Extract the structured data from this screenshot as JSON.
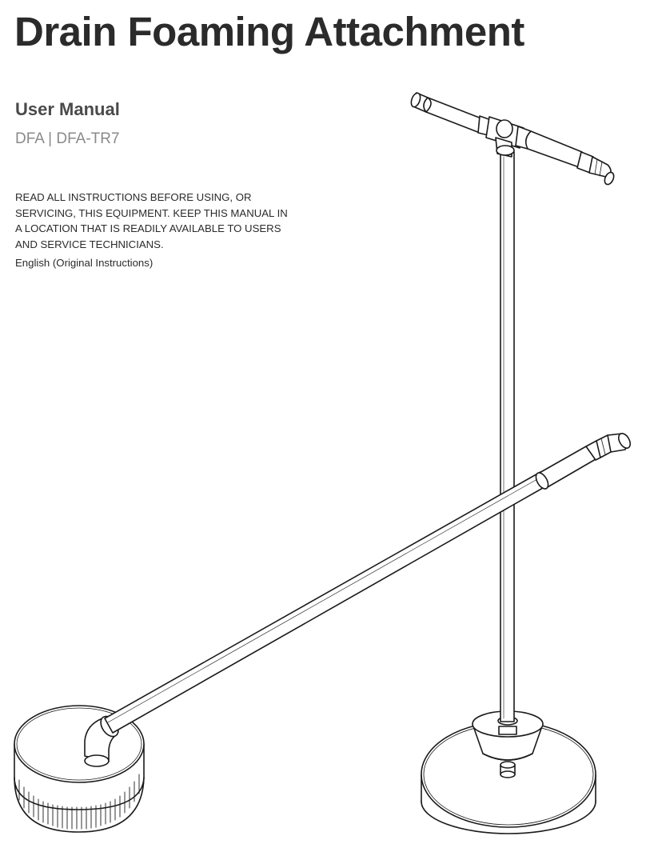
{
  "document": {
    "title": "Drain Foaming Attachment",
    "subtitle": "User Manual",
    "models": "DFA | DFA-TR7",
    "warning_lines": [
      "READ ALL INSTRUCTIONS BEFORE USING, OR",
      "SERVICING, THIS EQUIPMENT. KEEP THIS MANUAL IN",
      "A LOCATION THAT IS READILY AVAILABLE TO USERS",
      "AND SERVICE TECHNICIANS."
    ],
    "language_note": "English (Original Instructions)"
  },
  "illustration": {
    "stroke_color": "#1a1a1a",
    "fill_color": "#ffffff",
    "depicts": [
      "t-handle-drain-foamer",
      "angled-drain-foamer-with-brush-head"
    ]
  }
}
